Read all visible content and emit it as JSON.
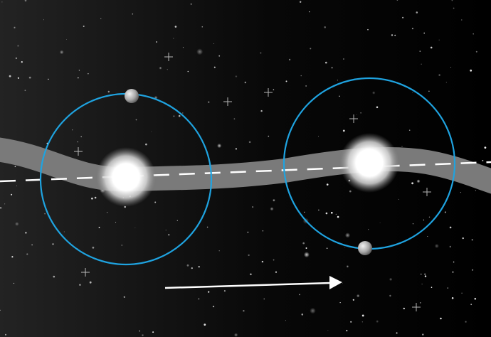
{
  "diagram": {
    "theme": "star-wobble-orbit",
    "background": {
      "left_color": "#232323",
      "right_color": "#000000"
    },
    "path_band_color": "#7a7a7a",
    "dash_color": "#ffffff",
    "orbit_color": "#1fa3e0",
    "star_glow_color": "#ffffff",
    "planet_color": "#bdbdbd",
    "arrow_color": "#ffffff",
    "systems": [
      {
        "id": "left",
        "planet_position": "top"
      },
      {
        "id": "right",
        "planet_position": "bottom"
      }
    ],
    "arrow_direction": "right"
  }
}
